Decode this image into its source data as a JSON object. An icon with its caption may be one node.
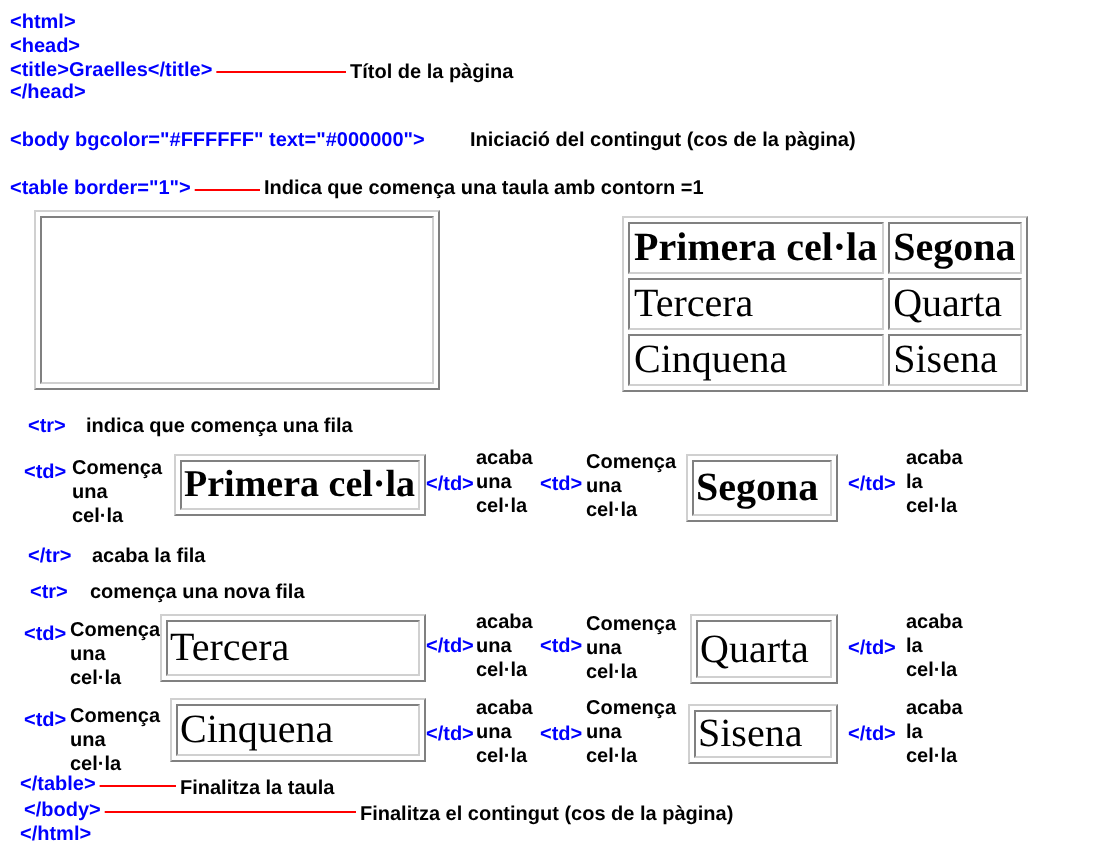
{
  "diagram": {
    "nodes": [
      {
        "text": [
          "<title>Graelles</title>"
        ]
      },
      {
        "text": [
          "Títol de la pàgina"
        ]
      },
      {
        "text": [
          "<table border=\"1\">"
        ]
      },
      {
        "text": [
          "Indica que comença una taula amb contorn =1"
        ]
      },
      {
        "text": [],
        "shape": "box"
      },
      {
        "text": [
          "Primera cel·la"
        ]
      },
      {
        "text": [
          "Segona"
        ]
      },
      {
        "text": [
          "Tercera"
        ]
      },
      {
        "text": [
          "Quarta"
        ]
      },
      {
        "text": [
          "Cinquena"
        ]
      },
      {
        "text": [
          "Sisena"
        ]
      },
      {
        "text": [
          "</table>"
        ]
      },
      {
        "text": [
          "Finalitza la taula"
        ]
      },
      {
        "text": [
          "</body>"
        ]
      },
      {
        "text": [
          "Finalitza el contingut (cos de la pàgina)"
        ]
      }
    ],
    "edges": [
      {
        "from": 0,
        "to": 1,
        "arrow": "none"
      },
      {
        "from": 2,
        "to": 3,
        "arrow": "none"
      },
      {
        "from": 11,
        "to": 12,
        "arrow": "none"
      },
      {
        "from": 13,
        "to": 14,
        "arrow": "none"
      }
    ],
    "labels": [
      "<html>",
      "<head>",
      "</head>",
      "<body bgcolor=\"#FFFFFF\" text=\"#000000\">",
      "Iniciació del contingut (cos de la pàgina)",
      "Primera cel·la",
      "Segona",
      "Tercera",
      "Quarta",
      "Cinquena",
      "Sisena",
      "<tr>",
      "indica que comença una fila",
      "<td>",
      "Comença una cel·la",
      "</td>",
      "acaba una cel·la",
      "<td>",
      "Comença una cel·la",
      "</td>",
      "acaba la cel·la",
      "</tr>",
      "acaba la fila",
      "<tr>",
      "comença una nova fila",
      "<td>",
      "Comença una cel·la",
      "</td>",
      "acaba una cel·la",
      "<td>",
      "Comença una cel·la",
      "</td>",
      "acaba la cel·la",
      "<td>",
      "Comença una cel·la",
      "</td>",
      "acaba una cel·la",
      "<td>",
      "Comença una cel·la",
      "</td>",
      "acaba la cel·la",
      "</html>"
    ]
  }
}
